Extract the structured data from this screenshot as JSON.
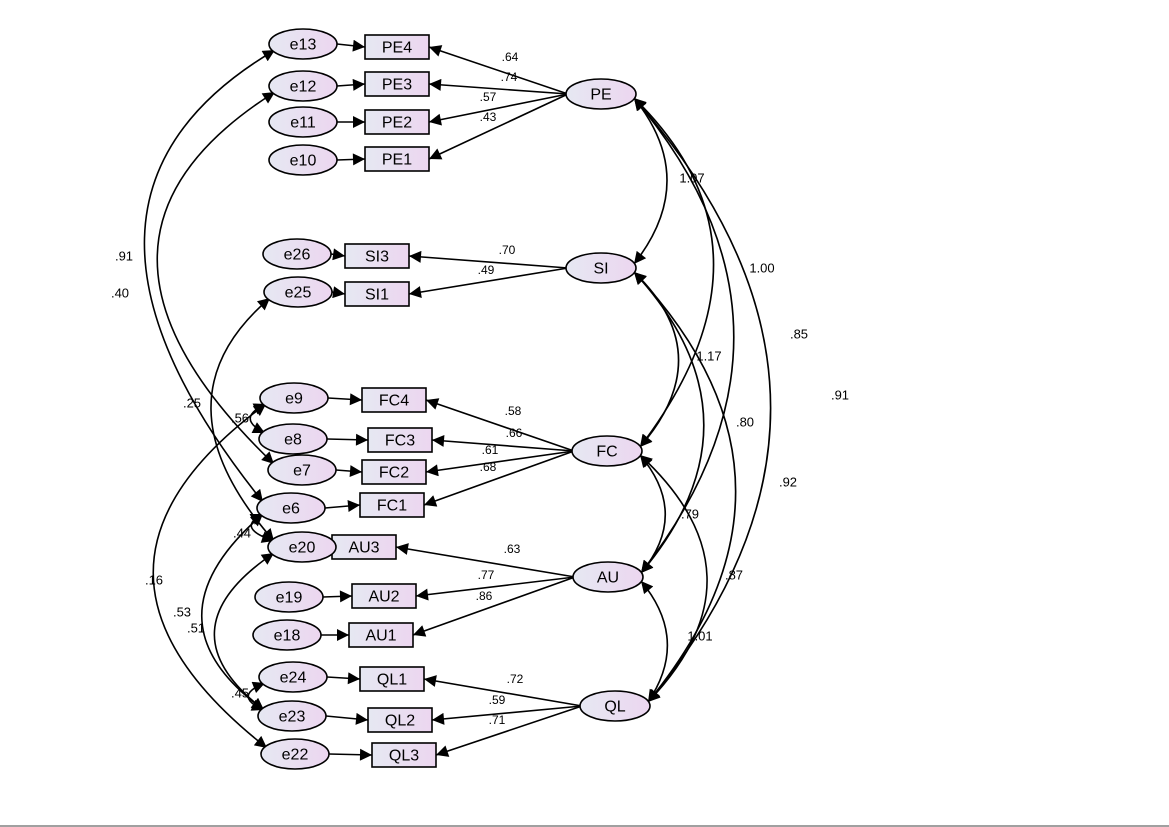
{
  "colors": {
    "node_fill_start": "#e6e8f2",
    "node_fill_end": "#ecd6f0",
    "stroke": "#000000"
  },
  "latents": [
    "PE",
    "SI",
    "FC",
    "AU",
    "QL"
  ],
  "indicators": [
    {
      "name": "PE4",
      "latent": "PE",
      "error": "e13",
      "loading": ".64"
    },
    {
      "name": "PE3",
      "latent": "PE",
      "error": "e12",
      "loading": ".74"
    },
    {
      "name": "PE2",
      "latent": "PE",
      "error": "e11",
      "loading": ".57"
    },
    {
      "name": "PE1",
      "latent": "PE",
      "error": "e10",
      "loading": ".43"
    },
    {
      "name": "SI3",
      "latent": "SI",
      "error": "e26",
      "loading": ".70"
    },
    {
      "name": "SI1",
      "latent": "SI",
      "error": "e25",
      "loading": ".49"
    },
    {
      "name": "FC4",
      "latent": "FC",
      "error": "e9",
      "loading": ".58"
    },
    {
      "name": "FC3",
      "latent": "FC",
      "error": "e8",
      "loading": ".66"
    },
    {
      "name": "FC2",
      "latent": "FC",
      "error": "e7",
      "loading": ".61"
    },
    {
      "name": "FC1",
      "latent": "FC",
      "error": "e6",
      "loading": ".68"
    },
    {
      "name": "AU3",
      "latent": "AU",
      "error": "e20",
      "loading": ".63"
    },
    {
      "name": "AU2",
      "latent": "AU",
      "error": "e19",
      "loading": ".77"
    },
    {
      "name": "AU1",
      "latent": "AU",
      "error": "e18",
      "loading": ".86"
    },
    {
      "name": "QL1",
      "latent": "QL",
      "error": "e24",
      "loading": ".72"
    },
    {
      "name": "QL2",
      "latent": "QL",
      "error": "e23",
      "loading": ".59"
    },
    {
      "name": "QL3",
      "latent": "QL",
      "error": "e22",
      "loading": ".71"
    }
  ],
  "latent_covariances": [
    {
      "a": "PE",
      "b": "SI",
      "value": "1.07"
    },
    {
      "a": "PE",
      "b": "FC",
      "value": "1.00"
    },
    {
      "a": "PE",
      "b": "AU",
      "value": ".85"
    },
    {
      "a": "PE",
      "b": "QL",
      "value": ".91"
    },
    {
      "a": "SI",
      "b": "FC",
      "value": "1.17"
    },
    {
      "a": "SI",
      "b": "AU",
      "value": ".80"
    },
    {
      "a": "SI",
      "b": "QL",
      "value": ".92"
    },
    {
      "a": "FC",
      "b": "AU",
      "value": ".79"
    },
    {
      "a": "FC",
      "b": "QL",
      "value": ".87"
    },
    {
      "a": "AU",
      "b": "QL",
      "value": "1.01"
    }
  ],
  "error_covariances": [
    {
      "a": "e13",
      "b": "e6",
      "value": ".91"
    },
    {
      "a": "e12",
      "b": "e7",
      "value": ".40"
    },
    {
      "a": "e25",
      "b": "e20",
      "value": ".25"
    },
    {
      "a": "e9",
      "b": "e8",
      "value": ".56"
    },
    {
      "a": "e6",
      "b": "e20",
      "value": ".44"
    },
    {
      "a": "e9",
      "b": "e22",
      "value": ".16"
    },
    {
      "a": "e6",
      "b": "e23",
      "value": ".53"
    },
    {
      "a": "e20",
      "b": "e23",
      "value": ".51"
    },
    {
      "a": "e24",
      "b": "e23",
      "value": ".45"
    }
  ]
}
